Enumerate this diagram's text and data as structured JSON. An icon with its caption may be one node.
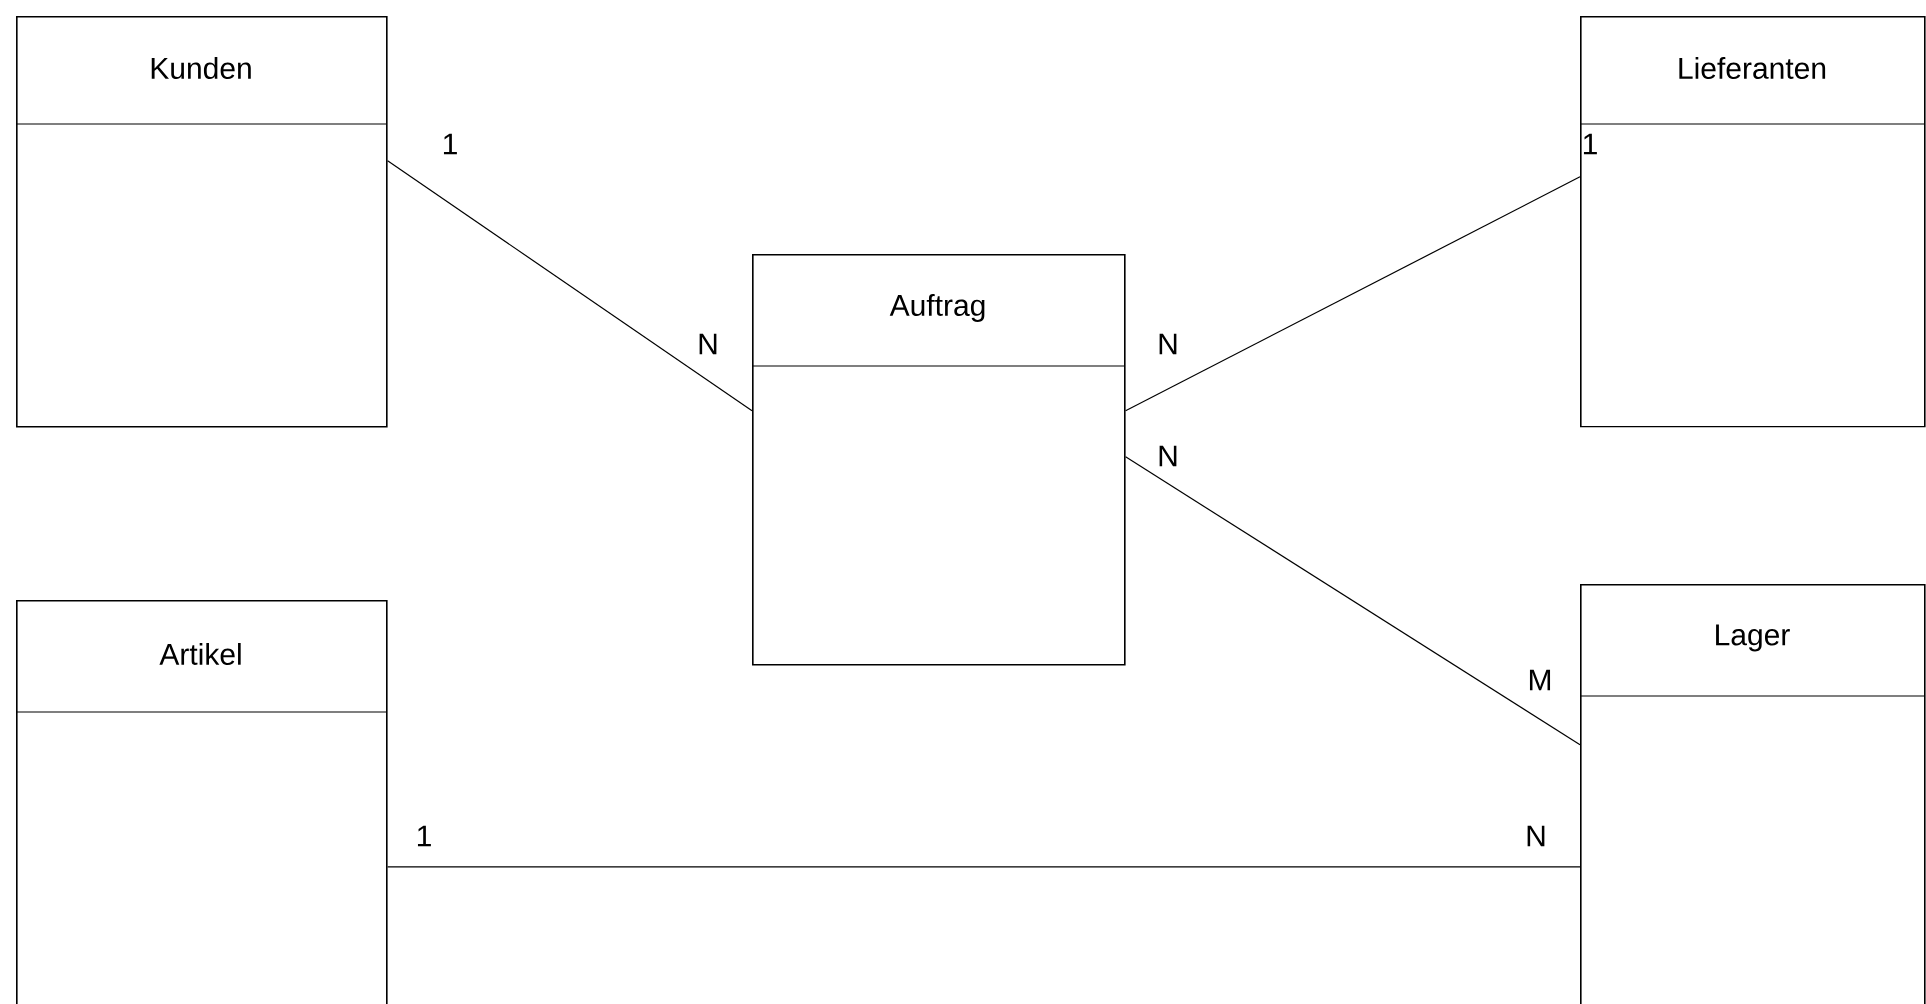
{
  "diagram": {
    "nodes": [
      {
        "text": [
          "Kunden"
        ]
      },
      {
        "text": [
          "Auftrag"
        ]
      },
      {
        "text": [
          "Lieferanten"
        ]
      },
      {
        "text": [
          "Artikel"
        ]
      },
      {
        "text": [
          "Lager"
        ]
      }
    ],
    "edges": [
      {
        "from": 0,
        "to": 1,
        "arrow": "none"
      },
      {
        "from": 2,
        "to": 1,
        "arrow": "none"
      },
      {
        "from": 1,
        "to": 4,
        "arrow": "none"
      },
      {
        "from": 3,
        "to": 4,
        "arrow": "none"
      }
    ],
    "labels": [
      "1",
      "1",
      "N",
      "N",
      "N",
      "M",
      "1",
      "N"
    ]
  }
}
